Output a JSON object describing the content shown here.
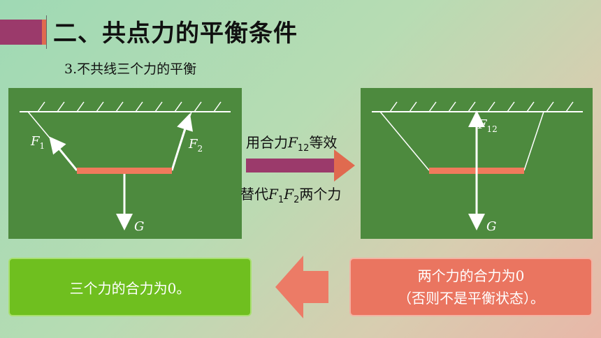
{
  "slide": {
    "title": "二、共点力的平衡条件",
    "subtitle": "3.不共线三个力的平衡"
  },
  "left_diagram": {
    "labels": {
      "f1": "F",
      "f1_sub": "1",
      "f2": "F",
      "f2_sub": "2",
      "g": "G"
    }
  },
  "right_diagram": {
    "labels": {
      "f12": "F",
      "f12_sub": "12",
      "g": "G"
    }
  },
  "middle": {
    "top_prefix": "用合力",
    "top_f": "F",
    "top_sub": "12",
    "top_suffix": "等效",
    "bottom_prefix": "替代",
    "bottom_f1": "F",
    "bottom_sub1": "1",
    "bottom_f2": "F",
    "bottom_sub2": "2",
    "bottom_suffix": "两个力"
  },
  "box_left": {
    "text": "三个力的合力为0。"
  },
  "box_right": {
    "line1": "两个力的合力为0",
    "line2": "（否则不是平衡状态）。"
  },
  "colors": {
    "panel": "#4d8a3e",
    "rod": "#f07a5c",
    "arrow_right": "#9b3a6b",
    "arrow_left": "#ec7b66",
    "box_left": "#6fbf1f",
    "box_right": "#ea7560"
  }
}
